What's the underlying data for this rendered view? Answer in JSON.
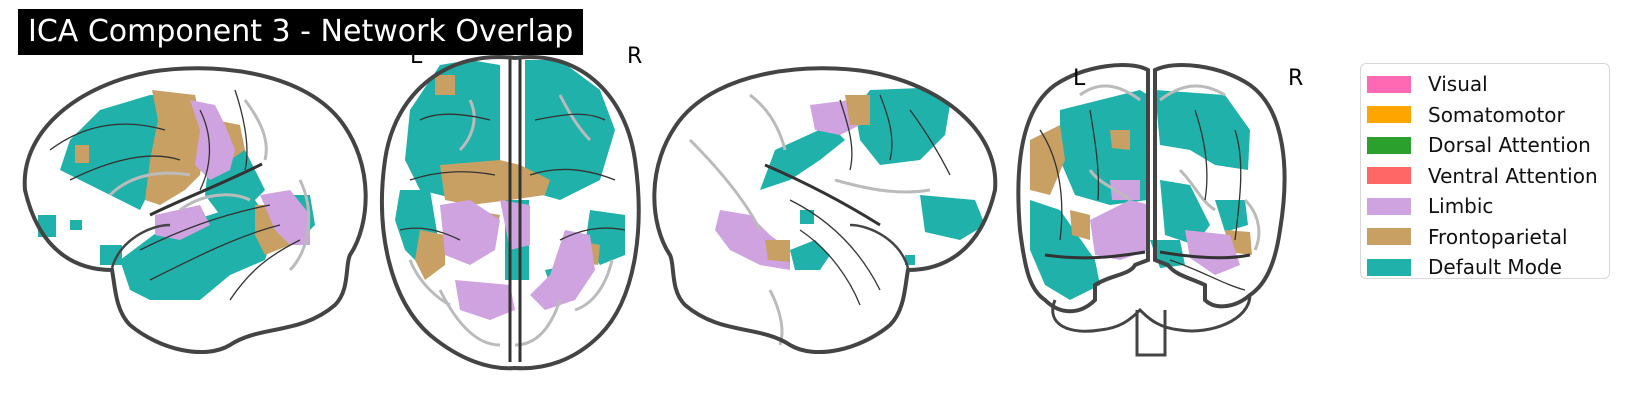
{
  "title": "ICA Component 3 - Network Overlap",
  "views": [
    {
      "name": "sagittal-left"
    },
    {
      "name": "axial",
      "left_label": "L",
      "right_label": "R"
    },
    {
      "name": "sagittal-right"
    },
    {
      "name": "coronal",
      "left_label": "L",
      "right_label": "R"
    }
  ],
  "legend": [
    {
      "label": "Visual",
      "color": "#ff69b4"
    },
    {
      "label": "Somatomotor",
      "color": "#ffa500"
    },
    {
      "label": "Dorsal Attention",
      "color": "#2ca02c"
    },
    {
      "label": "Ventral Attention",
      "color": "#ff6666"
    },
    {
      "label": "Limbic",
      "color": "#cfa2e0"
    },
    {
      "label": "Frontoparietal",
      "color": "#c8a064"
    },
    {
      "label": "Default Mode",
      "color": "#20b2aa"
    }
  ]
}
